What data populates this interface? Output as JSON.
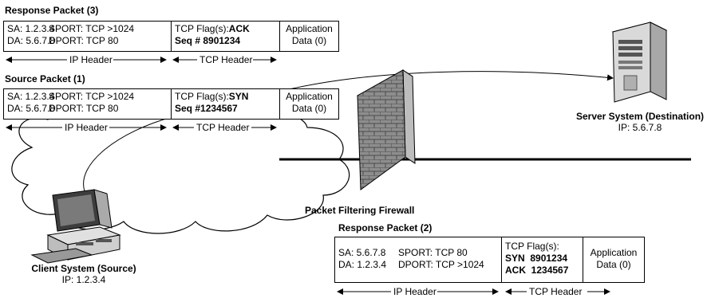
{
  "packets": {
    "response3": {
      "title": "Response Packet (3)",
      "sa": "SA: 1.2.3.4",
      "sport": "SPORT: TCP >1024",
      "da": "DA: 5.6.7.8",
      "dport": "DPORT: TCP 80",
      "flag_prefix": "TCP Flag(s):",
      "flag_value": "ACK",
      "seq": "Seq # 8901234",
      "app_line1": "Application",
      "app_line2": "Data (0)",
      "ip_header": "IP Header",
      "tcp_header": "TCP Header"
    },
    "source1": {
      "title": "Source Packet (1)",
      "sa": "SA: 1.2.3.4",
      "sport": "SPORT: TCP >1024",
      "da": "DA: 5.6.7.8",
      "dport": "DPORT: TCP 80",
      "flag_prefix": "TCP Flag(s):",
      "flag_value": "SYN",
      "seq": "Seq #1234567",
      "app_line1": "Application",
      "app_line2": "Data (0)",
      "ip_header": "IP Header",
      "tcp_header": "TCP Header"
    },
    "response2": {
      "title": "Response Packet (2)",
      "sa": "SA: 5.6.7.8",
      "sport": "SPORT: TCP 80",
      "da": "DA: 1.2.3.4",
      "dport": "DPORT: TCP >1024",
      "flag_prefix": "TCP Flag(s):",
      "syn": "SYN  8901234",
      "ack": "ACK  1234567",
      "app_line1": "Application",
      "app_line2": "Data (0)",
      "ip_header": "IP Header",
      "tcp_header": "TCP Header"
    }
  },
  "server": {
    "title": "Server System (Destination)",
    "ip": "IP: 5.6.7.8"
  },
  "client": {
    "title": "Client System (Source)",
    "ip": "IP: 1.2.3.4"
  },
  "firewall": {
    "label": "Packet Filtering Firewall"
  },
  "colors": {
    "firewall_face": "#8a8a8a",
    "firewall_side": "#bdbdbd",
    "server_body": "#d9d9d9",
    "client_body": "#cfcfcf"
  }
}
